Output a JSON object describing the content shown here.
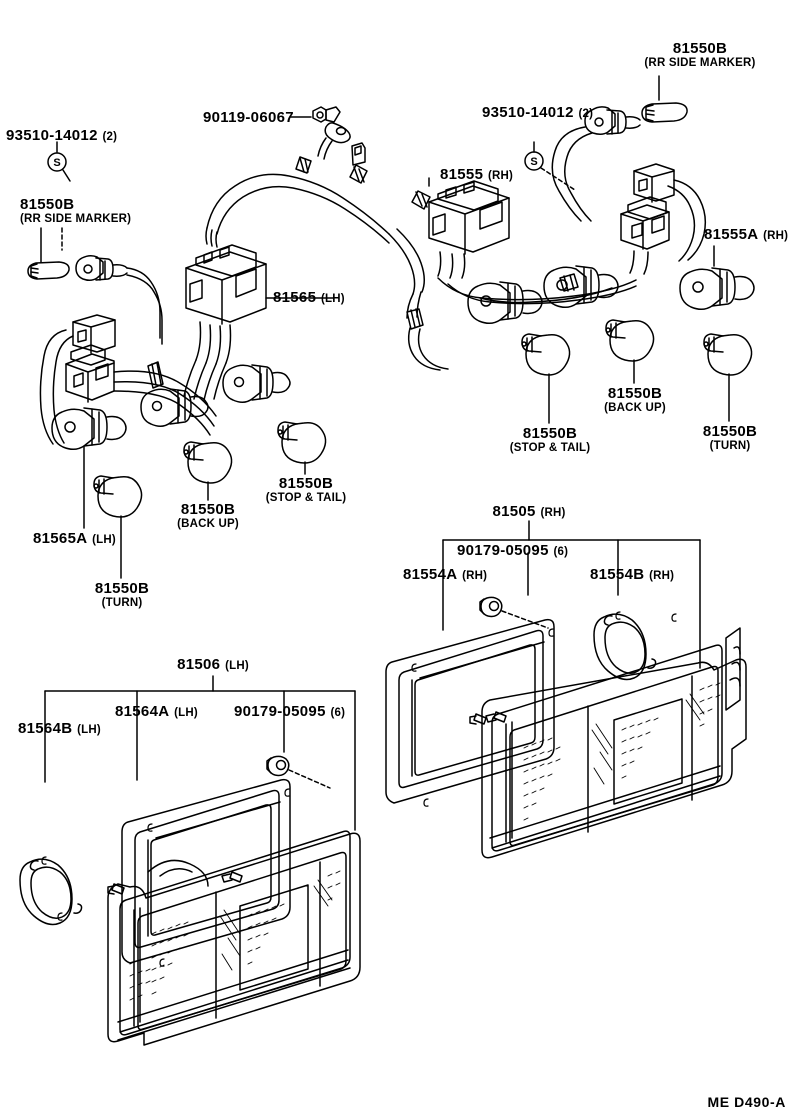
{
  "diagram": {
    "footer_code": "ME D490-A",
    "sheet_width": 800,
    "sheet_height": 1120,
    "line_color": "#000000",
    "background_color": "#ffffff"
  },
  "labels": {
    "screw_lh": {
      "pn": "93510-14012",
      "qual": "(2)"
    },
    "bulb_side_marker_lh": {
      "pn": "81550B",
      "sub": "(RR SIDE MARKER)"
    },
    "bolt_center": {
      "pn": "90119-06067",
      "qual": ""
    },
    "screw_rh": {
      "pn": "93510-14012",
      "qual": "(2)"
    },
    "bulb_side_marker_rh": {
      "pn": "81550B",
      "sub": "(RR SIDE MARKER)"
    },
    "socket_rh": {
      "pn": "81555",
      "qual": "(RH)"
    },
    "socket_rh_a": {
      "pn": "81555A",
      "qual": "(RH)"
    },
    "socket_lh": {
      "pn": "81565",
      "qual": "(LH)"
    },
    "socket_lh_a": {
      "pn": "81565A",
      "qual": "(LH)"
    },
    "bulb_stop_tail_lh": {
      "pn": "81550B",
      "sub": "(STOP & TAIL)"
    },
    "bulb_back_up_lh": {
      "pn": "81550B",
      "sub": "(BACK UP)"
    },
    "bulb_turn_lh": {
      "pn": "81550B",
      "sub": "(TURN)"
    },
    "bulb_stop_tail_rh": {
      "pn": "81550B",
      "sub": "(STOP & TAIL)"
    },
    "bulb_back_up_rh": {
      "pn": "81550B",
      "sub": "(BACK  UP)"
    },
    "bulb_turn_rh": {
      "pn": "81550B",
      "sub": "(TURN)"
    },
    "lamp_assy_rh": {
      "pn": "81505",
      "qual": "(RH)"
    },
    "nut_rh": {
      "pn": "90179-05095",
      "qual": "(6)"
    },
    "gasket_rh_a": {
      "pn": "81554A",
      "qual": "(RH)"
    },
    "gasket_rh_b": {
      "pn": "81554B",
      "qual": "(RH)"
    },
    "lamp_assy_lh": {
      "pn": "81506",
      "qual": "(LH)"
    },
    "nut_lh": {
      "pn": "90179-05095",
      "qual": "(6)"
    },
    "gasket_lh_a": {
      "pn": "81564A",
      "qual": "(LH)"
    },
    "gasket_lh_b": {
      "pn": "81564B",
      "qual": "(LH)"
    }
  },
  "icons": {
    "screw_symbol_letter": "S"
  }
}
